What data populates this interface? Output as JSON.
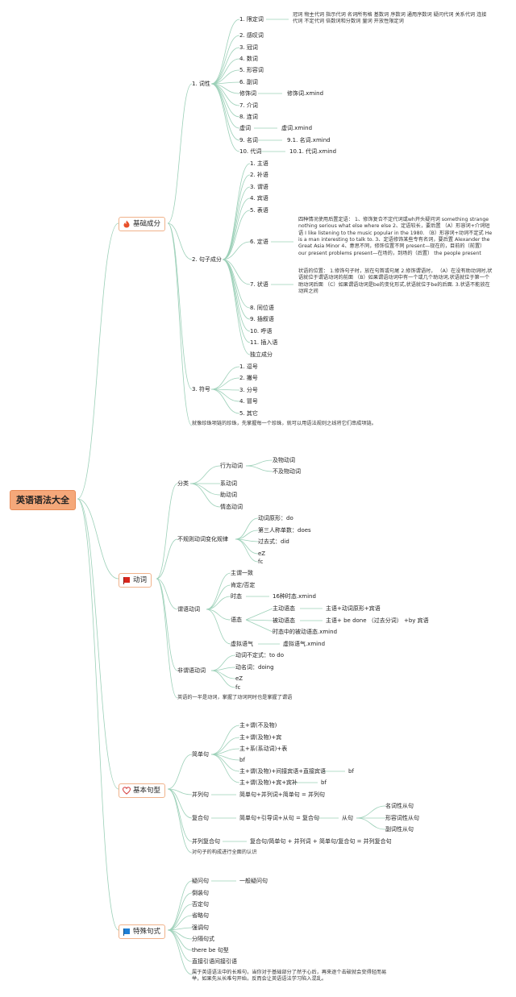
{
  "root": {
    "label": "英语语法大全"
  },
  "icons": {
    "basic": "fire-icon",
    "verb": "flag-icon",
    "sentence": "heart-icon",
    "special": "flag-icon"
  },
  "colors": {
    "root_bg": "#f5a87a",
    "line": "#9cd0b8",
    "fire": "#e8502a",
    "flag_red": "#d9261c",
    "flag_blue": "#1e7fd6",
    "heart": "#d64545"
  },
  "sections": {
    "basic": {
      "label": "基础成分",
      "pos": {
        "label": "1. 词性",
        "items": [
          "1. 限定词",
          "2. 感叹词",
          "3. 冠词",
          "4. 数词",
          "5. 形容词",
          "6. 副词",
          "修饰词",
          "7. 介词",
          "8. 连词",
          "虚词",
          "9. 名词",
          "10. 代词"
        ],
        "det_note": "冠词 物主代词 指示代词 名词所有格 基数词 序数词 通用序数词 疑问代词 关系代词 连接代词 不定代词 倍数词和分数词 量词 开放性限定词",
        "modifier_file": "修饰词.xmind",
        "function_file": "虚词.xmind",
        "noun_file": "9.1. 名词.xmind",
        "pronoun_file": "10.1. 代词.xmind"
      },
      "clause": {
        "label": "2. 句子成分",
        "items": [
          "1. 主语",
          "2. 补语",
          "3. 谓语",
          "4. 宾语",
          "5. 表语",
          "6. 定语",
          "7. 状语",
          "8. 同位语",
          "9. 插叙语",
          "10. 呼语",
          "11. 插入语",
          "独立成分"
        ],
        "attr_note": "四种情况使用后置定语： 1、修饰复合不定代词或wh开头疑问词 something strange nothing serious what else where else 2、定语较长，要后置 （A）形容词+介词短语 I like listening to the music popular in the 1980. （B）形容词+动词不定式 He is a man interesting to talk to. 3、定语修饰某些专有名词，要后置 Alexander the Great Asia Minor 4、意思不同，修饰位置不同 present—现在的，目前的（前置） our present problems present—在场的，到场的（后置） the people present",
        "adv_note": "状语的位置： 1.修饰句子时，放在句首或句尾 2.修饰谓语时， （A）在没有助动词时,状语就位于谓语动词的前面 （B）如果谓语动词中有一个或几个助动词,状语就位于第一个助动词后面 （C）如果谓语动词是be的变化形式,状语就位于be的后面. 3.状语不能放在动宾之间"
      },
      "punct": {
        "label": "3. 符号",
        "items": [
          "1. 逗号",
          "2. 撇号",
          "3. 分号",
          "4. 冒号",
          "5. 其它"
        ]
      },
      "summary": "就像珍珠项链的珍珠，先掌握每一个珍珠，就可以用语法规则之线将它们串成项链。"
    },
    "verb": {
      "label": "动词",
      "classify": {
        "label": "分类",
        "action": "行为动词",
        "vi": "及物动词",
        "vt": "不及物动词",
        "items": [
          "系动词",
          "助动词",
          "情态动词"
        ]
      },
      "irregular": {
        "label": "不规则动词变化规律",
        "items": [
          "动词原形：do",
          "第三人称单数：does",
          "过去式：did",
          "eZ",
          "fc"
        ]
      },
      "predicate": {
        "label": "谓语动词",
        "items": [
          "主谓一致",
          "肯定/否定",
          "时态",
          "语态",
          "虚拟语气"
        ],
        "tense_file": "16种时态.xmind",
        "active": "主动语态",
        "active_note": "主语+动词原形+宾语",
        "passive": "被动语态",
        "passive_note": "主语+ be done （过去分词） +by 宾语",
        "passive_file": "时态中的被动语态.xmind",
        "subj_file": "虚拟语气.xmind"
      },
      "nonfinite": {
        "label": "非谓语动词",
        "items": [
          "动词不定式：to do",
          "动名词：doing",
          "eZ",
          "fc"
        ]
      },
      "summary": "英语的一半是动词，掌握了动词同时也是掌握了谓语"
    },
    "sentence": {
      "label": "基本句型",
      "simple": {
        "label": "简单句",
        "items": [
          "主+谓(不及物)",
          "主+谓(及物)+宾",
          "主+系(系动词)+表",
          "bf",
          "主+谓(及物)+间接宾语+直接宾语",
          "主+谓(及物)+宾+宾补"
        ],
        "bf1": "bf",
        "bf2": "bf"
      },
      "compound": {
        "label": "并列句",
        "note": "简单句+并列词+简单句 = 并列句"
      },
      "complex": {
        "label": "复合句",
        "note": "简单句+引导词+从句 = 复合句",
        "clause": "从句",
        "items": [
          "名词性从句",
          "形容词性从句",
          "副词性从句"
        ]
      },
      "cc": {
        "label": "并列复合句",
        "note": "复合句/简单句 + 并列词 + 简单句/复合句 = 并列复合句"
      },
      "summary": "对句子的构成进行全面的认识"
    },
    "special": {
      "label": "特殊句式",
      "items": [
        "疑问句",
        "倒装句",
        "否定句",
        "省略句",
        "强调句",
        "分隔句式",
        "there be 句型",
        "直接引语间接引语"
      ],
      "question_sub": "一般疑问句",
      "summary": "属于英语语法中的长难句，当你对于基础部分了然于心后，再来逐个击破就会变得轻而易举，如果先从长难句开始，反而会让英语语法学习陷入混乱。"
    }
  }
}
